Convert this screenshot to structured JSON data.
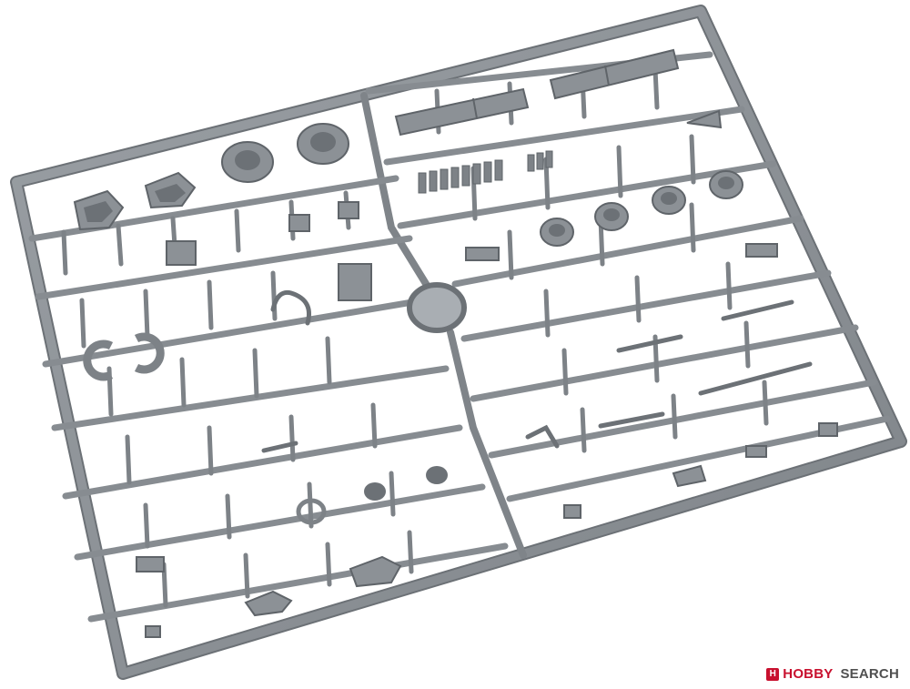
{
  "scene": {
    "subject": "plastic-model-kit-sprue",
    "colors": {
      "background": "#ffffff",
      "plastic": "#8c9196",
      "plastic_light": "#a9aeb3",
      "plastic_dark": "#5f6469",
      "plastic_shadow": "#6c7176"
    }
  },
  "watermark": {
    "brand_part1": "HOBBY",
    "brand_part2": "SEARCH",
    "badge_glyph": "H",
    "brand_color": "#c8102e",
    "text_color": "#505050"
  }
}
